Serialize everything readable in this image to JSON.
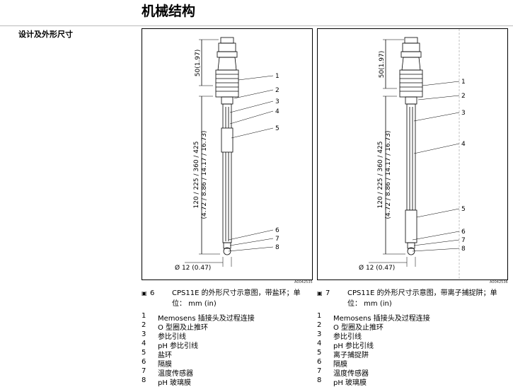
{
  "page_title": "机械结构",
  "section_label": "设计及外形尺寸",
  "figures": [
    {
      "code": "A0042535",
      "dim_top": "50(1.97)",
      "dim_len_1": "120 / 225 / 360 / 425",
      "dim_len_2": "(4.72 / 8.86 / 14.17 / 16.73)",
      "dim_dia": "Ø 12 (0.47)",
      "callouts": [
        "1",
        "2",
        "3",
        "4",
        "5",
        "6",
        "7",
        "8"
      ],
      "caption_num": "6",
      "caption_text": "CPS11E 的外形尺寸示意图，带盐环；单位： mm (in)",
      "legend": [
        {
          "n": "1",
          "t": "Memosens 插接头及过程连接"
        },
        {
          "n": "2",
          "t": "O 型圈及止推环"
        },
        {
          "n": "3",
          "t": "参比引线"
        },
        {
          "n": "4",
          "t": "pH 参比引线"
        },
        {
          "n": "5",
          "t": "盐环"
        },
        {
          "n": "6",
          "t": "隔膜"
        },
        {
          "n": "7",
          "t": "温度传感器"
        },
        {
          "n": "8",
          "t": "pH 玻璃膜"
        }
      ]
    },
    {
      "code": "A0042536",
      "dim_top": "50(1.97)",
      "dim_len_1": "120 / 225 / 360 / 425",
      "dim_len_2": "(4.72 / 8.86 / 14.17 / 16.73)",
      "dim_dia": "Ø 12 (0.47)",
      "callouts": [
        "1",
        "2",
        "3",
        "4",
        "5",
        "6",
        "7",
        "8"
      ],
      "caption_num": "7",
      "caption_text": "CPS11E 的外形尺寸示意图，带离子捕捉阱；单位： mm (in)",
      "legend": [
        {
          "n": "1",
          "t": "Memosens 插接头及过程连接"
        },
        {
          "n": "2",
          "t": "O 型圈及止推环"
        },
        {
          "n": "3",
          "t": "参比引线"
        },
        {
          "n": "4",
          "t": "pH 参比引线"
        },
        {
          "n": "5",
          "t": "离子捕捉阱"
        },
        {
          "n": "6",
          "t": "隔膜"
        },
        {
          "n": "7",
          "t": "温度传感器"
        },
        {
          "n": "8",
          "t": "pH 玻璃膜"
        }
      ]
    }
  ]
}
